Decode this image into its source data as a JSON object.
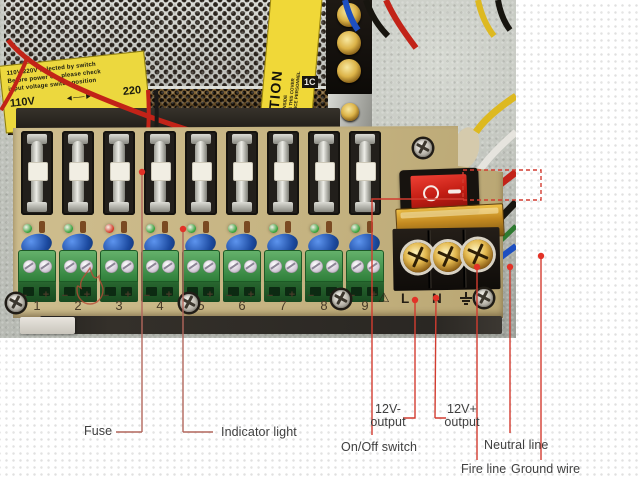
{
  "labels": {
    "fuse": "Fuse",
    "indicator_light": "Indicator light",
    "on_off_switch": "On/Off switch",
    "v_minus_line1": "12V-",
    "v_minus_line2": "output",
    "v_plus_line1": "12V+",
    "v_plus_line2": "output",
    "neutral_line": "Neutral line",
    "fire_line": "Fire line",
    "ground_wire": "Ground wire"
  },
  "board": {
    "polarity_minus": "−",
    "polarity_plus": "+",
    "channels": [
      {
        "number": "1",
        "led_color": "#2f9e35"
      },
      {
        "number": "2",
        "led_color": "#2f9e35"
      },
      {
        "number": "3",
        "led_color": "#d2311f"
      },
      {
        "number": "4",
        "led_color": "#2f9e35"
      },
      {
        "number": "5",
        "led_color": "#2f9e35"
      },
      {
        "number": "6",
        "led_color": "#2f9e35"
      },
      {
        "number": "7",
        "led_color": "#2f9e35"
      },
      {
        "number": "8",
        "led_color": "#2f9e35"
      },
      {
        "number": "9",
        "led_color": "#2f9e35"
      }
    ],
    "ac_terminal": {
      "live": "L",
      "neutral": "N",
      "warning_icon": "⚠",
      "ground_icon": "earth-ground-symbol"
    }
  },
  "psu": {
    "voltage_label": {
      "line1": "110V/220V selected by switch",
      "line2": "Before power on, please check",
      "line3": "input voltage switch position",
      "v_low": "110V",
      "arrow": "◄──►",
      "v_high": "220"
    },
    "caution_label": {
      "title": "CAUTION",
      "lines": [
        "HIGH VOLTAGE INSIDE",
        "DO NOT REMOVE THIS COVER",
        "QUALIFIED SERVICE PERSONNEL"
      ]
    },
    "terminal_marking": "1C"
  },
  "switch_symbols": {
    "off": "O",
    "on": "–"
  },
  "colors": {
    "annotation_line": "#c6493c",
    "annotation_line_muted": "#b2665c",
    "annotation_dot": "#e23227",
    "label_text": "#3f3f3f",
    "pcb": "#c9b887",
    "switch_red": "#d42a1e",
    "terminal_green": "#3c8c46",
    "capacitor_blue": "#1c4aa0",
    "brass": "#d9ab3e",
    "wire_red": "#c22318",
    "wire_black": "#17150f",
    "wire_blue": "#1d4fc0",
    "wire_yellow": "#ddb920",
    "wire_white": "#e6e4de",
    "wire_green": "#2e7a30"
  }
}
